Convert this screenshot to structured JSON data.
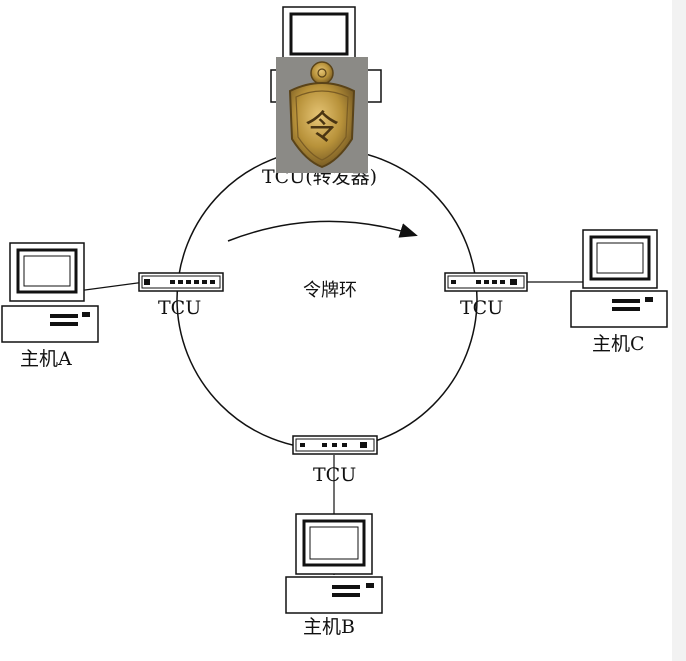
{
  "diagram": {
    "ring_label": "令牌环",
    "top_node_label": "TCU(转发器)",
    "tcu_label_left": "TCU",
    "tcu_label_right": "TCU",
    "tcu_label_bottom": "TCU",
    "host_a_label": "主机A",
    "host_b_label": "主机B",
    "host_c_label": "主机C",
    "token_glyph": "令"
  },
  "colors": {
    "line": "#111111",
    "badge_gold": "#b8923a",
    "badge_dark": "#6d5220"
  }
}
